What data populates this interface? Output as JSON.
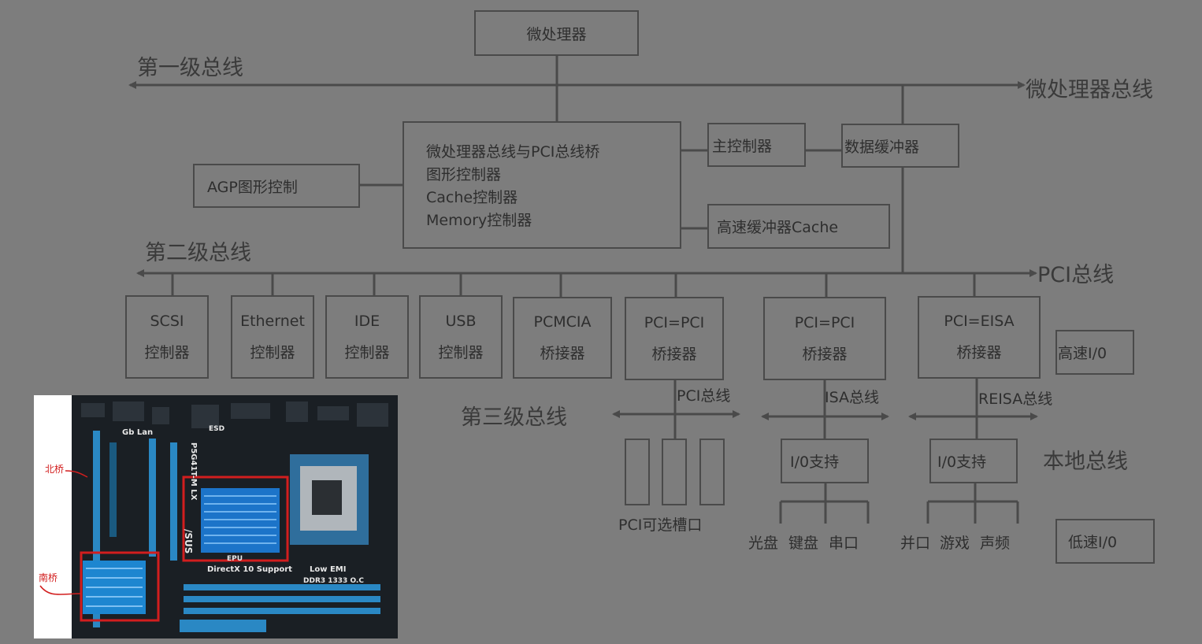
{
  "top": {
    "cpu": "微处理器",
    "level1": "第一级总线",
    "cpu_bus": "微处理器总线"
  },
  "bridge": {
    "lines": [
      "微处理器总线与PCI总线桥",
      "图形控制器",
      "Cache控制器",
      "Memory控制器"
    ]
  },
  "agp": "AGP图形控制",
  "main_ctrl": "主控制器",
  "data_buffer": "数据缓冲器",
  "cache": "高速缓冲器Cache",
  "level2": "第二级总线",
  "pci_bus": "PCI总线",
  "controllers": [
    {
      "l1": "SCSI",
      "l2": "控制器"
    },
    {
      "l1": "Ethernet",
      "l2": "控制器"
    },
    {
      "l1": "IDE",
      "l2": "控制器"
    },
    {
      "l1": "USB",
      "l2": "控制器"
    },
    {
      "l1": "PCMCIA",
      "l2": "桥接器"
    },
    {
      "l1": "PCI=PCI",
      "l2": "桥接器"
    },
    {
      "l1": "PCI=PCI",
      "l2": "桥接器"
    },
    {
      "l1": "PCI=EISA",
      "l2": "桥接器"
    }
  ],
  "high_io": "高速I/0",
  "level3": "第三级总线",
  "sub_pci": "PCI总线",
  "isa": "ISA总线",
  "reisa": "REISA总线",
  "pci_slots": "PCI可选槽口",
  "io1": "I/0支持",
  "io2": "I/0支持",
  "local_bus": "本地总线",
  "low_io": "低速I/0",
  "io1_items": [
    "光盘",
    "键盘",
    "串口"
  ],
  "io2_items": [
    "并口",
    "游戏",
    "声频"
  ],
  "photo": {
    "north": "北桥",
    "south": "南桥",
    "board": {
      "gblan": "Gb Lan",
      "esd": "ESD",
      "model": "P5G41T-M LX",
      "brand": "/SUS",
      "dx": "DirectX 10 Support",
      "emi": "Low EMI",
      "ddr": "DDR3 1333 O.C",
      "epu": "EPU"
    }
  },
  "colors": {
    "bg": "#7d7d7d",
    "line": "#4a4a4a",
    "text": "#2e2e2e",
    "highlight": "#d21e1e"
  }
}
